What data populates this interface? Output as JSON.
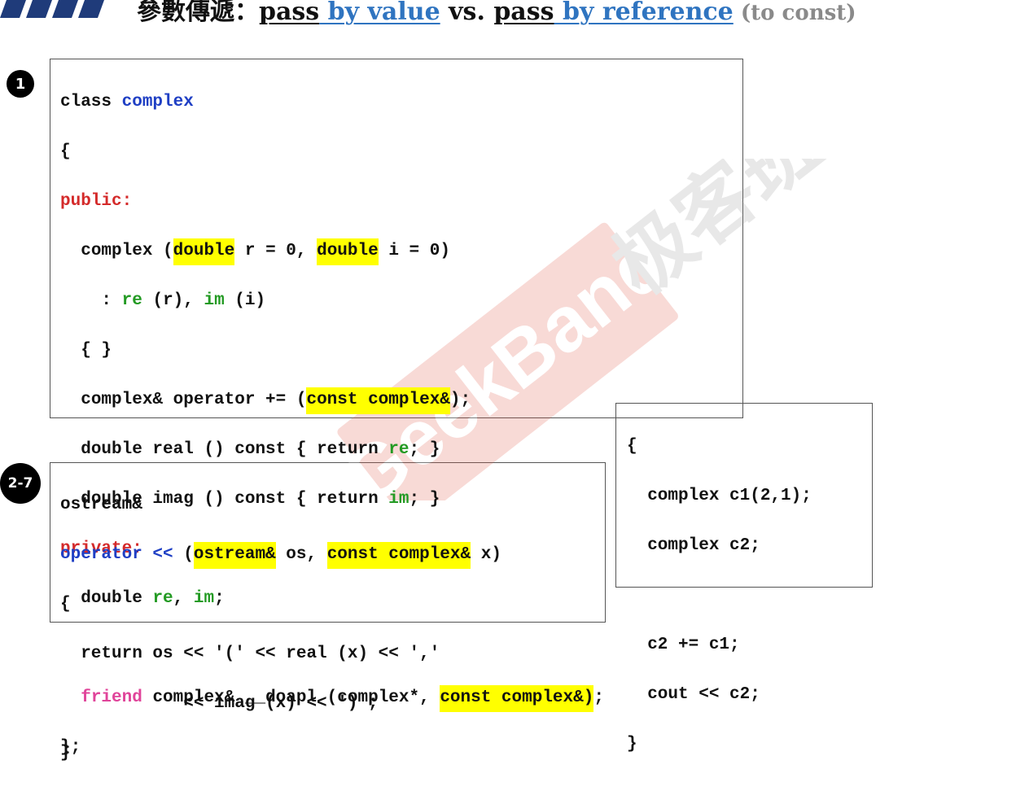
{
  "header": {
    "title_cjk": "參數傳遞：",
    "pass1": "pass",
    "by_value": " by value",
    "vs": " vs. ",
    "pass2": "pass",
    "by_reference": " by reference",
    "to_const": " (to const)"
  },
  "badges": {
    "one": "1",
    "two_seven": "2-7"
  },
  "watermark": {
    "text": "GeekBand 极客班"
  },
  "colors": {
    "keyword_blue": "#1f3fc4",
    "access_red": "#d42a2a",
    "member_green": "#239a23",
    "friend_pink": "#e0449a",
    "highlight": "#ffff00",
    "title_blue": "#2f74c0"
  },
  "box1": {
    "class_kw": "class",
    "class_name": "complex",
    "open_brace": "{",
    "public": "public:",
    "ctor_name": "complex (",
    "ctor_double1": "double",
    "ctor_mid": " r = 0, ",
    "ctor_double2": "double",
    "ctor_end": " i = 0)",
    "init_colon": "  : ",
    "init_re": "re",
    "init_mid": " (r), ",
    "init_im": "im",
    "init_end": " (i)",
    "empty_body": "{ }",
    "op_pre": "complex& operator += (",
    "op_param": "const complex&",
    "op_post": ");",
    "real_pre": "double real () const { return ",
    "real_re": "re",
    "real_post": "; }",
    "imag_pre": "double imag () const { return ",
    "imag_im": "im",
    "imag_post": "; }",
    "private": "private:",
    "fields_pre": "double ",
    "fields_re": "re",
    "fields_comma": ", ",
    "fields_im": "im",
    "fields_semi": ";",
    "friend_kw": "friend",
    "friend_mid": " complex& __doapl (complex*, ",
    "friend_param": "const complex&)",
    "friend_end": ";",
    "close": "};"
  },
  "box2": {
    "ret_type": "ostream&",
    "op_kw": "operator <<",
    "paren_open": " (",
    "param1_hl": "ostream&",
    "param1_rest": " os, ",
    "param2_hl": "const complex&",
    "param2_rest": " x)",
    "open_brace": "{",
    "ret_line1": "  return os << '(' << real (x) << ','",
    "ret_line2": "            << imag (x) << ')';",
    "close_brace": "}"
  },
  "box3": {
    "lines": [
      "{",
      "  complex c1(2,1);",
      "  complex c2;",
      "",
      "  c2 += c1;",
      "  cout << c2;",
      "}"
    ]
  }
}
